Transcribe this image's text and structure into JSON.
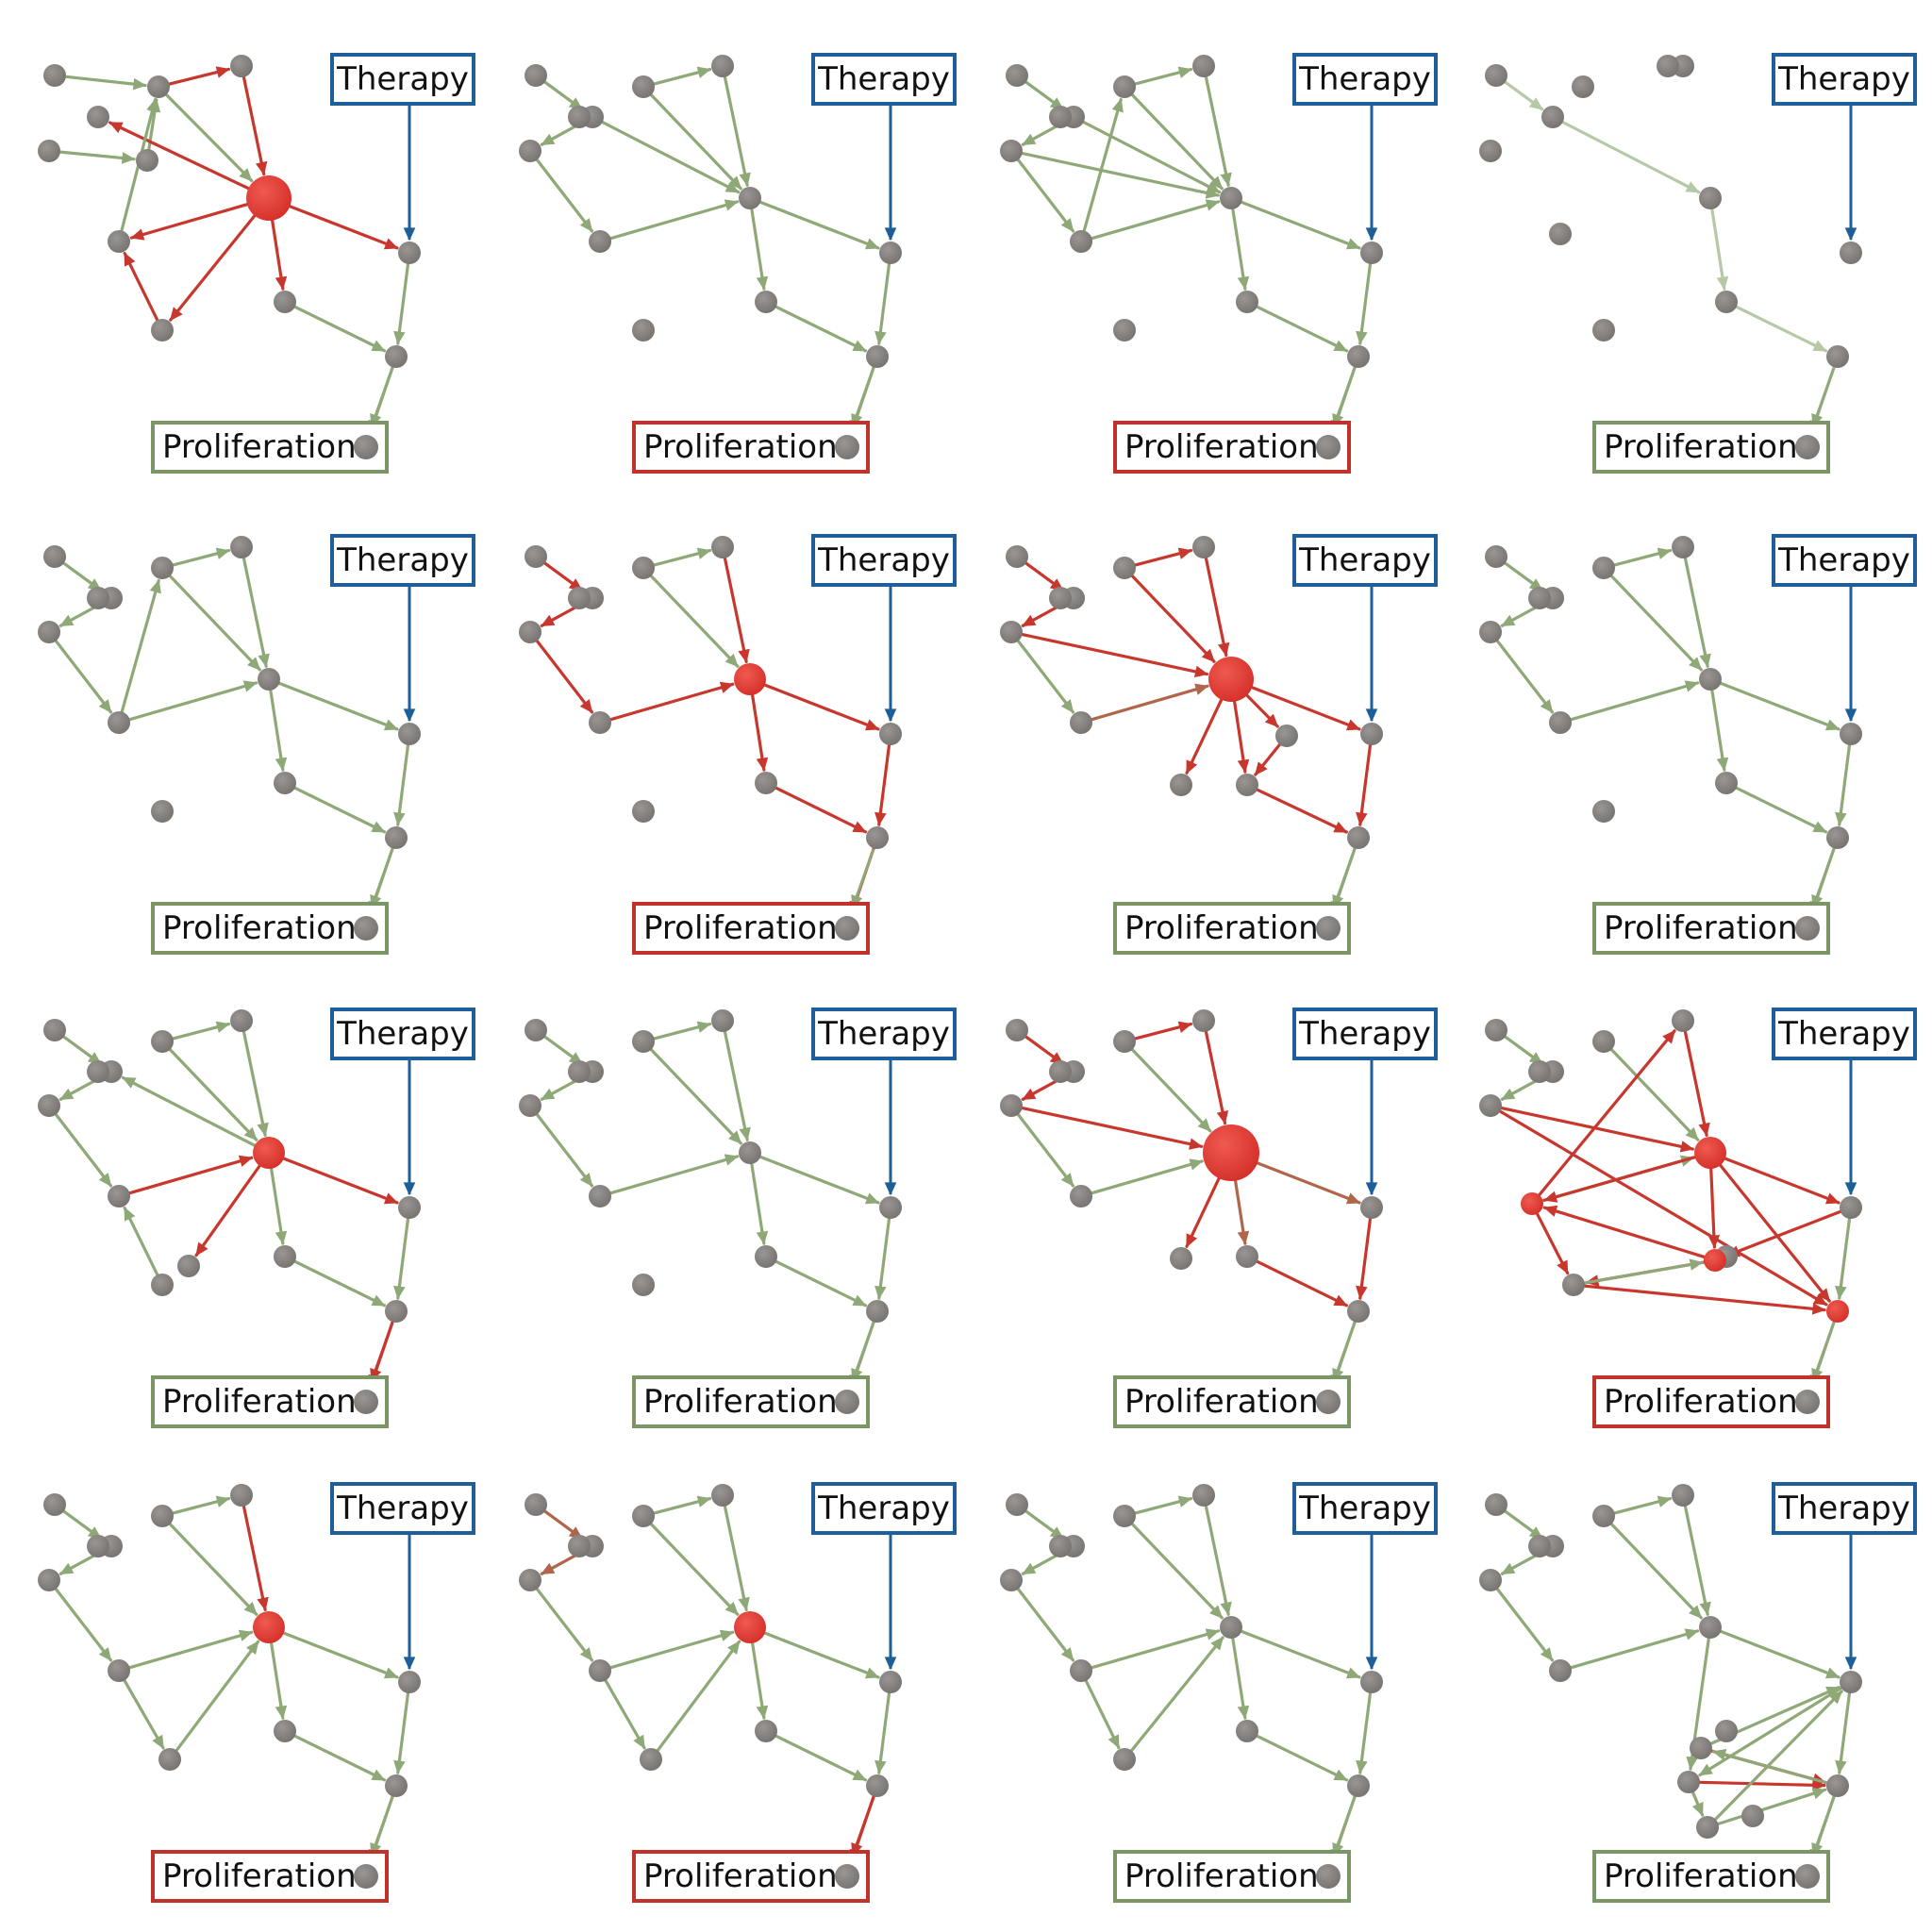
{
  "labels": {
    "therapy": "Therapy",
    "proliferation": "Proliferation"
  },
  "colors": {
    "inactive_edge": "#8fa877",
    "active_edge": "#c8372d",
    "blended_edge": "#b0664a",
    "node": "#767270",
    "active_node": "#d42f29",
    "therapy_border": "#1e5f9a",
    "inactive_box": "#7b9664",
    "active_box": "#c0322a"
  },
  "panels": [
    {
      "proliferation_state": "inactive",
      "active_hub": "high",
      "notes": "hub with many red edges"
    },
    {
      "proliferation_state": "active",
      "active_hub": "none"
    },
    {
      "proliferation_state": "active",
      "active_hub": "none"
    },
    {
      "proliferation_state": "inactive",
      "active_hub": "none",
      "notes": "sparse, faded edges"
    },
    {
      "proliferation_state": "inactive",
      "active_hub": "none"
    },
    {
      "proliferation_state": "active",
      "active_hub": "medium"
    },
    {
      "proliferation_state": "inactive",
      "active_hub": "high"
    },
    {
      "proliferation_state": "inactive",
      "active_hub": "none"
    },
    {
      "proliferation_state": "inactive",
      "active_hub": "medium"
    },
    {
      "proliferation_state": "inactive",
      "active_hub": "none"
    },
    {
      "proliferation_state": "inactive",
      "active_hub": "high"
    },
    {
      "proliferation_state": "active",
      "active_hub": "multi"
    },
    {
      "proliferation_state": "active",
      "active_hub": "medium"
    },
    {
      "proliferation_state": "active",
      "active_hub": "medium"
    },
    {
      "proliferation_state": "inactive",
      "active_hub": "none"
    },
    {
      "proliferation_state": "inactive",
      "active_hub": "none"
    }
  ]
}
